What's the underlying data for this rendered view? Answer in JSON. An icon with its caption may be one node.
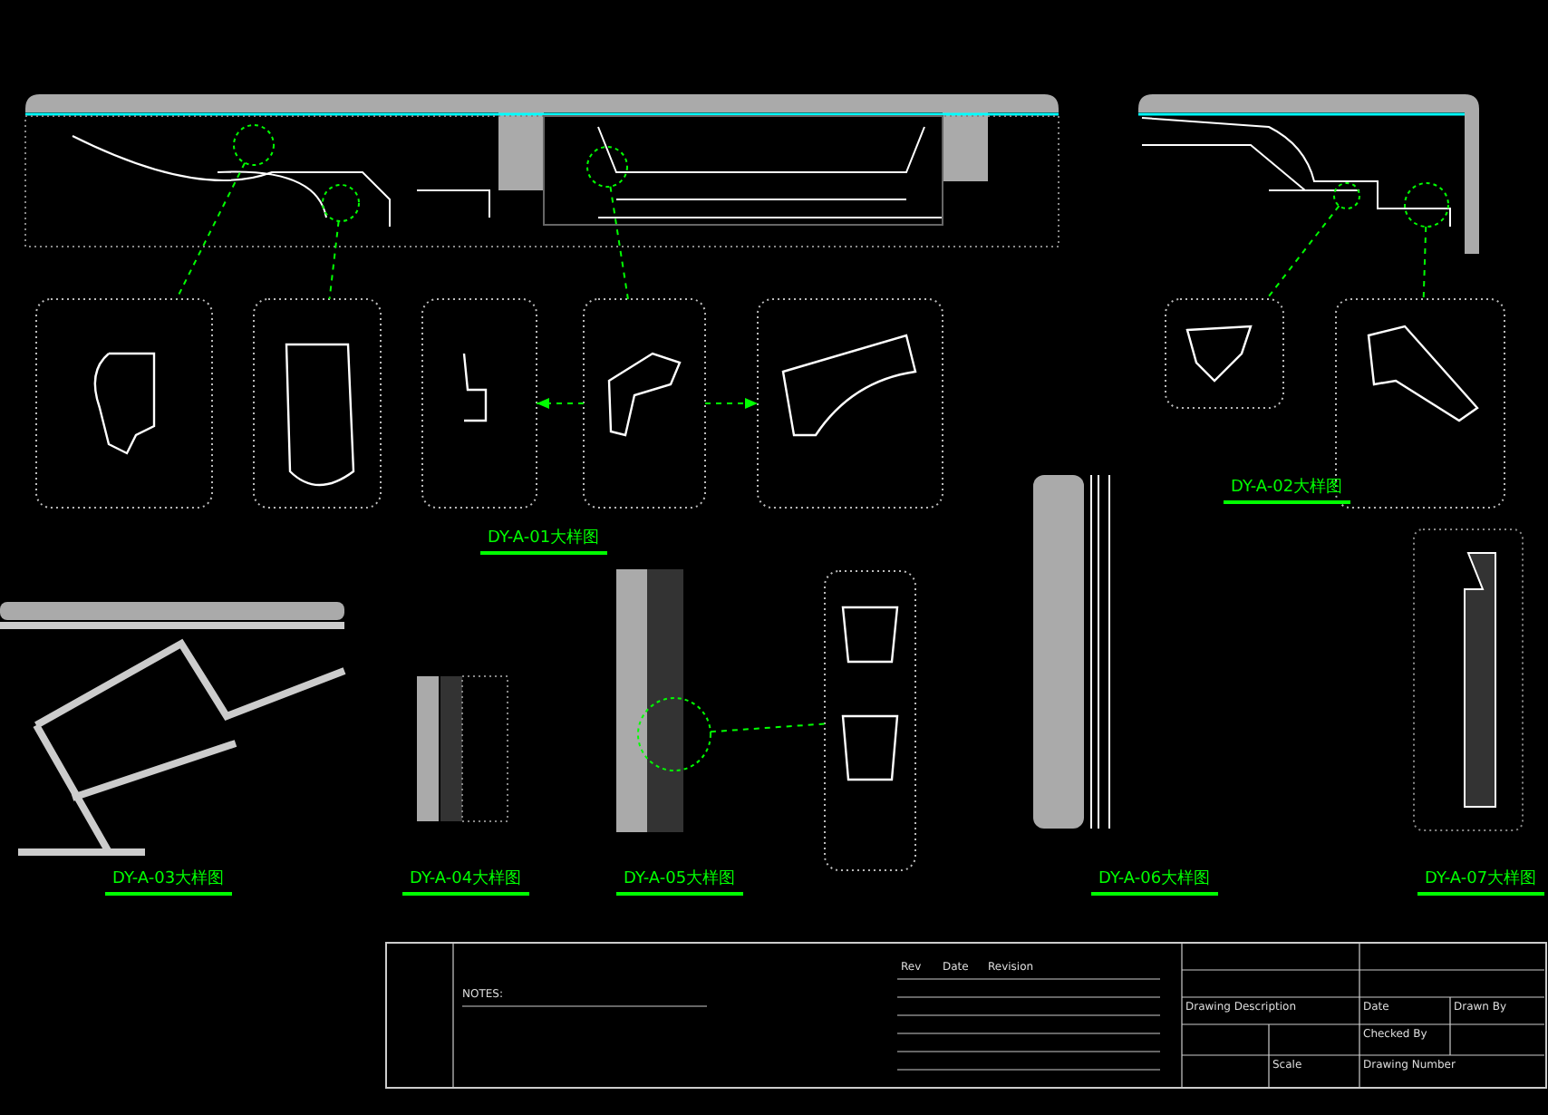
{
  "diagram": {
    "nodes": [
      {
        "text": [],
        "shape": "circle"
      },
      {
        "text": [],
        "shape": "circle"
      },
      {
        "text": [],
        "shape": "circle"
      },
      {
        "text": [],
        "shape": "box"
      },
      {
        "text": [],
        "shape": "box"
      },
      {
        "text": [],
        "shape": "box"
      },
      {
        "text": [],
        "shape": "box"
      },
      {
        "text": [],
        "shape": "box"
      },
      {
        "text": [],
        "shape": "circle"
      },
      {
        "text": [],
        "shape": "circle"
      },
      {
        "text": [],
        "shape": "box"
      },
      {
        "text": [],
        "shape": "box"
      },
      {
        "text": [],
        "shape": "circle"
      },
      {
        "text": [],
        "shape": "box"
      }
    ],
    "edges": [
      {
        "from": 0,
        "to": 3,
        "arrow": "none",
        "style": "dashed"
      },
      {
        "from": 1,
        "to": 4,
        "arrow": "none",
        "style": "dashed"
      },
      {
        "from": 2,
        "to": 6,
        "arrow": "none",
        "style": "dashed"
      },
      {
        "from": 6,
        "to": 5,
        "arrow": "to",
        "style": "dashed"
      },
      {
        "from": 6,
        "to": 7,
        "arrow": "to",
        "style": "dashed"
      },
      {
        "from": 8,
        "to": 10,
        "arrow": "none",
        "style": "dashed"
      },
      {
        "from": 9,
        "to": 11,
        "arrow": "none",
        "style": "dashed"
      },
      {
        "from": 12,
        "to": 13,
        "arrow": "none",
        "style": "dashed"
      }
    ],
    "labels": [
      "DY-A-01大样图",
      "DY-A-02大样图",
      "DY-A-03大样图",
      "DY-A-04大样图",
      "DY-A-05大样图",
      "DY-A-06大样图",
      "DY-A-07大样图",
      "NOTES:",
      "Rev",
      "Date",
      "Revision",
      "Drawing Description",
      "Date",
      "Drawn By",
      "Checked By",
      "Scale",
      "Drawing Number"
    ]
  }
}
